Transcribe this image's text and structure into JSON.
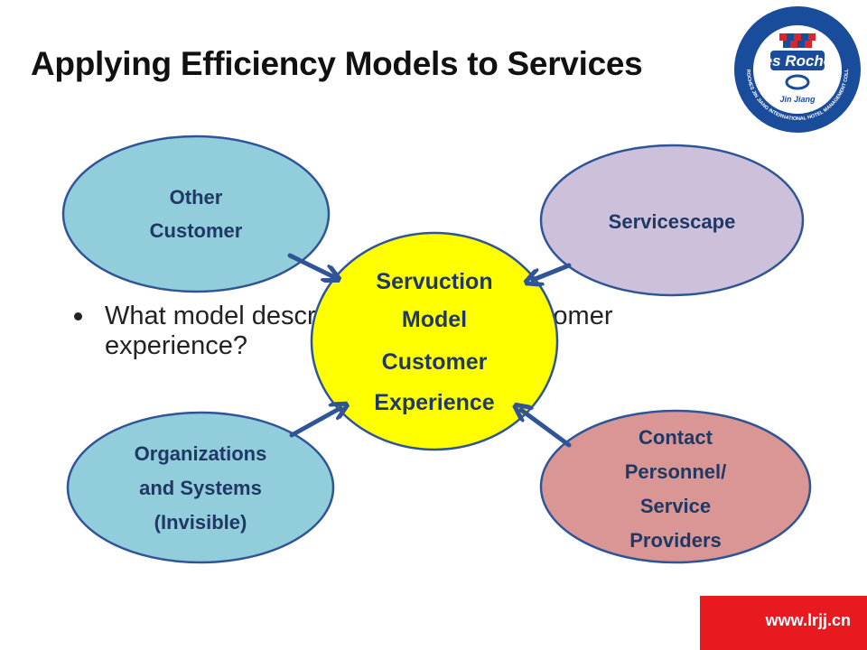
{
  "slide": {
    "title": "Applying Efficiency Models to Services",
    "bullet": "What model describes the service customer experience?",
    "footer": "www.lrjj.cn"
  },
  "logo": {
    "name": "Les Roches",
    "subtitle": "Jin Jiang",
    "arc_text": "LES ROCHES JIN JIANG INTERNATIONAL HOTEL MANAGEMENT COLLEGE",
    "colors": {
      "ring": "#1a4c9c",
      "text": "#ffffff",
      "checker_red": "#d8262c"
    }
  },
  "diagram": {
    "center": {
      "lines": [
        "Servuction",
        "Model",
        "Customer",
        "Experience"
      ],
      "color": "#ffff00"
    },
    "nodes": [
      {
        "id": "other-customer",
        "lines": [
          "Other",
          "Customer"
        ],
        "color": "#92cddc"
      },
      {
        "id": "servicescape",
        "lines": [
          "Servicescape"
        ],
        "color": "#ccc0da"
      },
      {
        "id": "organizations-systems",
        "lines": [
          "Organizations",
          "and Systems",
          "(Invisible)"
        ],
        "color": "#92cddc"
      },
      {
        "id": "contact-personnel",
        "lines": [
          "Contact",
          "Personnel/",
          "Service",
          "Providers"
        ],
        "color": "#d99694"
      }
    ],
    "stroke_color": "#2f5597"
  }
}
